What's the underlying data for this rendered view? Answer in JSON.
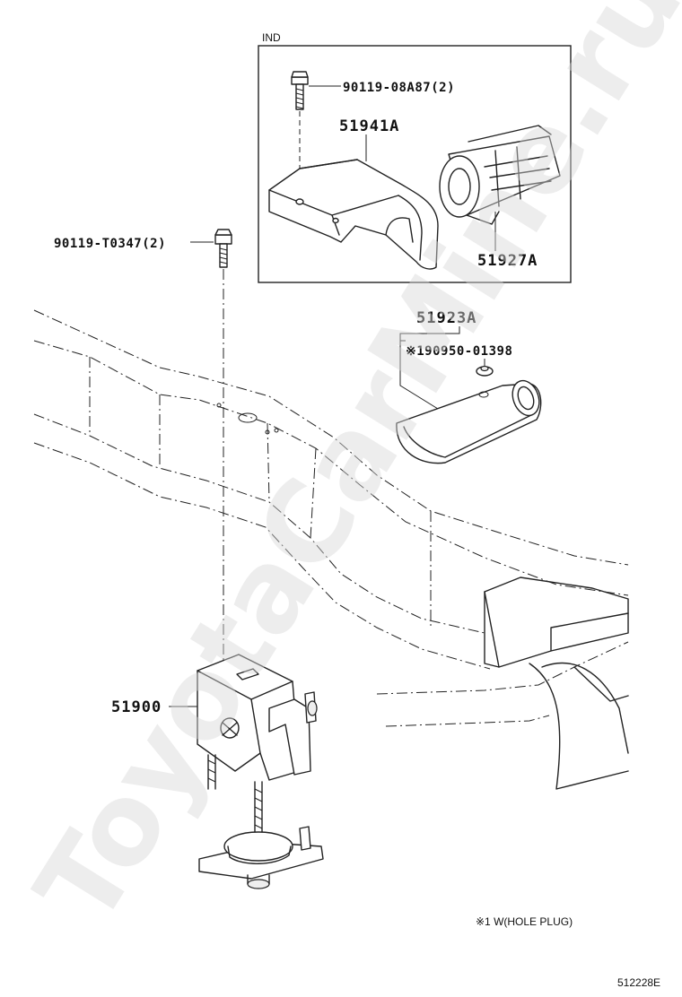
{
  "inset": {
    "tag": "IND",
    "bolt_label": "90119-08A87(2)",
    "bracket_label": "51941A",
    "sleeve_label": "51927A"
  },
  "callouts": {
    "bolt_main": "90119-T0347(2)",
    "cover": "51923A",
    "hole_plug": "※190950-01398",
    "carrier": "51900"
  },
  "footnote": "※1 W(HOLE PLUG)",
  "figure_id": "512228E",
  "watermark": "ToyotaCarMine.ru"
}
